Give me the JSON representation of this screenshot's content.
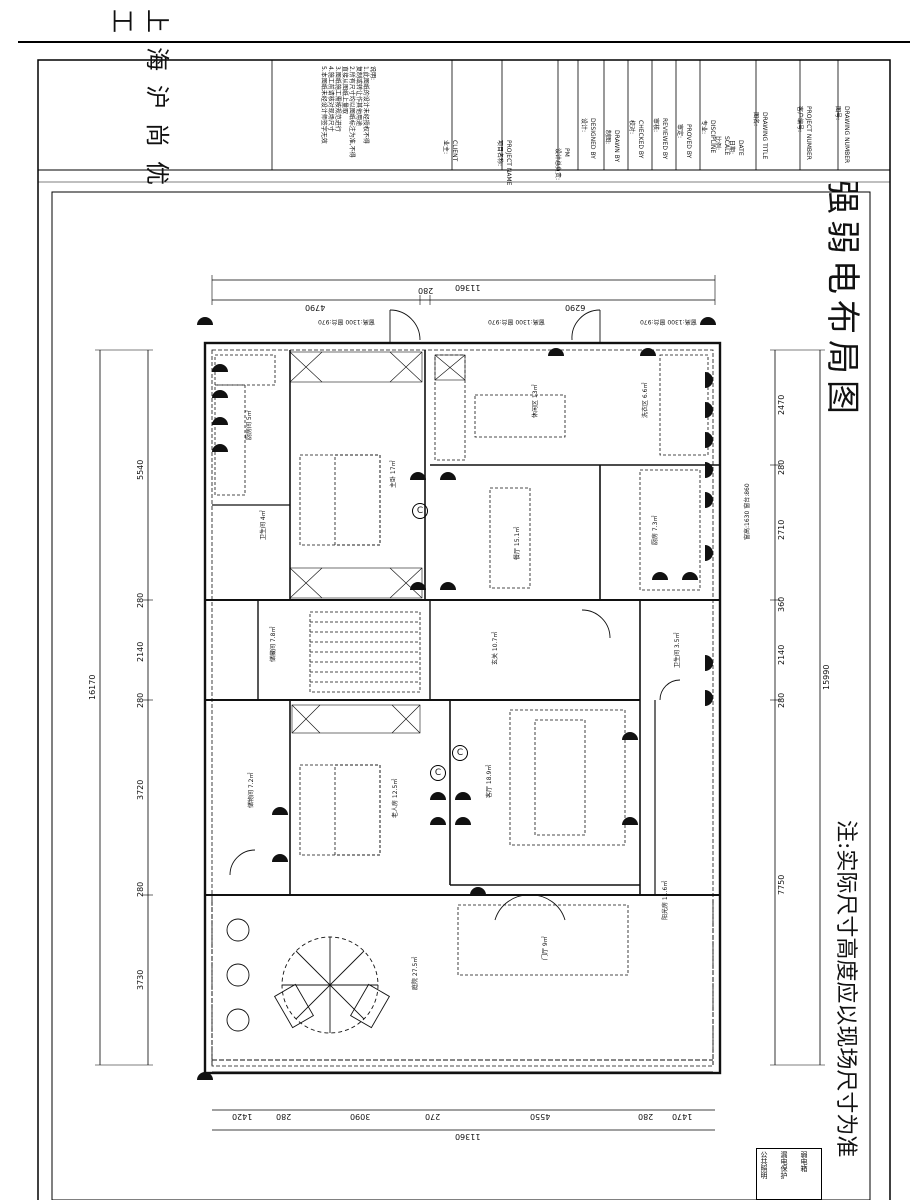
{
  "title_block": {
    "company": "上海沪尚优工",
    "notes_lines": [
      "说明:",
      "1.此图纸的设计未经授权不得",
      "复制或转让作其他用途",
      "2.所有尺寸均以图纸标注为准,不得",
      "直接从图纸上量取",
      "3.图纸施工需按规范进行",
      "4.施工前请核对现场尺寸",
      "5.本图纸未经设计师签字无效"
    ],
    "client_label": "CLIENT",
    "client_cn": "业主:",
    "project_name_label": "PROJECT NAME",
    "project_name_cn": "项目名称:",
    "pm_label": "PM",
    "pm_cn": "设计总负责:",
    "designed_label": "DESIGNED BY",
    "designed_cn": "设计:",
    "drawn_label": "DRAWN BY",
    "drawn_cn": "制图:",
    "checked_label": "CHECKED BY",
    "checked_cn": "校对:",
    "reviewed_label": "REVIEWED BY",
    "reviewed_cn": "审核:",
    "proved_label": "PROVED BY",
    "proved_cn": "审定:",
    "discipline_label": "DISCIPLINE",
    "discipline_cn": "专业:",
    "scale_label": "SCALE",
    "scale_cn": "比例:",
    "date_label": "DATE",
    "date_cn": "日期:",
    "drawing_title_label": "DRAWING TITLE",
    "drawing_title_cn": "图名:",
    "project_number_label": "PROJECT NUMBER",
    "project_number_cn": "客户编号:",
    "drawing_number_label": "DRAWING NUMBER",
    "drawing_number_cn": "图号:"
  },
  "drawing_title": "强弱电布局图",
  "footer_note": "注:实际尺寸高度应以现场尺寸为准",
  "dimensions": {
    "top_total": "11360",
    "top_segments": [
      "4790",
      "280",
      "6290"
    ],
    "bottom_total": "11360",
    "bottom_segments": [
      "1420",
      "280",
      "3090",
      "270",
      "4550",
      "280",
      "1470"
    ],
    "left_total": "16170",
    "left_segments": [
      "5540",
      "280",
      "2140",
      "280",
      "3720",
      "280",
      "3730"
    ],
    "right_total": "15990",
    "right_segments": [
      "2470",
      "280",
      "2710",
      "360",
      "2140",
      "280",
      "7750"
    ]
  },
  "rooms": [
    {
      "name": "厨房间",
      "area": "5㎡"
    },
    {
      "name": "主卧",
      "area": "17㎡"
    },
    {
      "name": "卫生间",
      "area": "4㎡"
    },
    {
      "name": "储藏间",
      "area": "7.8㎡"
    },
    {
      "name": "玄关",
      "area": "10.7㎡"
    },
    {
      "name": "餐厅",
      "area": "15.1㎡"
    },
    {
      "name": "休闲区",
      "area": "13㎡"
    },
    {
      "name": "洗衣区",
      "area": "6.6㎡"
    },
    {
      "name": "厨房",
      "area": "7.3㎡"
    },
    {
      "name": "卫生间",
      "area": "3.5㎡"
    },
    {
      "name": "老人房",
      "area": "12.5㎡"
    },
    {
      "name": "储物间",
      "area": "7.2㎡"
    },
    {
      "name": "客厅",
      "area": "18.9㎡"
    },
    {
      "name": "阳光房",
      "area": "11.6㎡"
    },
    {
      "name": "门厅",
      "area": "9㎡"
    },
    {
      "name": "庭院",
      "area": "27.5㎡"
    }
  ],
  "window_tags": [
    {
      "label": "窗高:1300",
      "sub": "窗台:970"
    },
    {
      "label": "窗高:1300",
      "sub": "窗台:970"
    },
    {
      "label": "窗高:1300",
      "sub": "窗台:970"
    },
    {
      "label": "窗高:1630",
      "sub": "窗台:860"
    }
  ],
  "tv_marks": [
    "C",
    "C",
    "C"
  ],
  "ocr_bottom": [
    "公共照明",
    "漏电保护",
    "弱电箱"
  ]
}
